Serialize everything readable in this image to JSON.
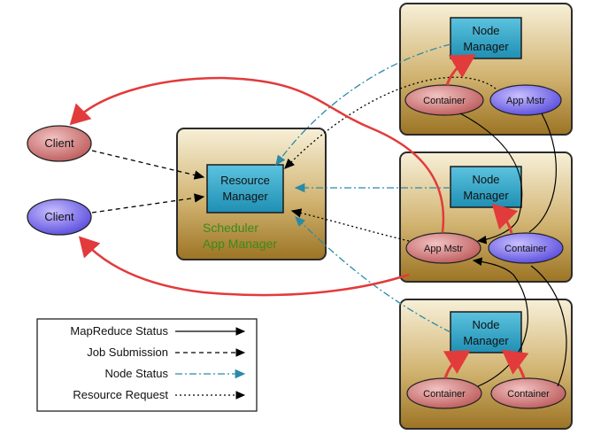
{
  "clients": [
    {
      "label": "Client",
      "color": "#c24a4a"
    },
    {
      "label": "Client",
      "color": "#5a4ae0"
    }
  ],
  "resource_manager": {
    "title_line1": "Resource",
    "title_line2": "Manager",
    "sub1": "Scheduler",
    "sub2": "App Manager"
  },
  "nodes": [
    {
      "title_line1": "Node",
      "title_line2": "Manager",
      "left_pill": "Container",
      "right_pill": "App Mstr"
    },
    {
      "title_line1": "Node",
      "title_line2": "Manager",
      "left_pill": "App Mstr",
      "right_pill": "Container"
    },
    {
      "title_line1": "Node",
      "title_line2": "Manager",
      "left_pill": "Container",
      "right_pill": "Container"
    }
  ],
  "legend": [
    {
      "label": "MapReduce Status"
    },
    {
      "label": "Job Submission"
    },
    {
      "label": "Node Status"
    },
    {
      "label": "Resource Request"
    }
  ],
  "colors": {
    "box_gold": "#b08c3a",
    "box_light": "#f1e6c3",
    "manager_blue": "#2aa3c6",
    "pill_red": "#c96a6a",
    "pill_blue": "#5b4ce6",
    "status_red": "#e23b3b",
    "node_status": "#2b8aa6",
    "green_text": "#3a8a1a"
  }
}
